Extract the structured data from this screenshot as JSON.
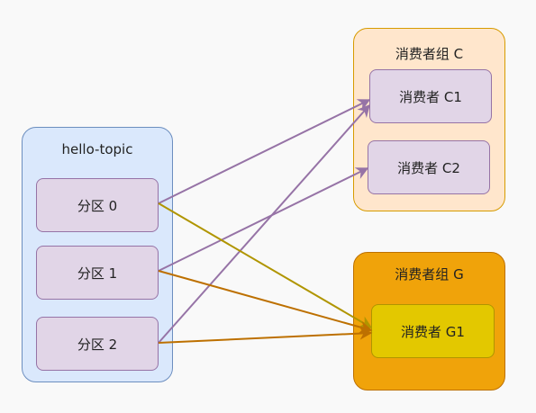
{
  "topic": {
    "label": "hello-topic"
  },
  "partitions": [
    {
      "label": "分区 0"
    },
    {
      "label": "分区 1"
    },
    {
      "label": "分区 2"
    }
  ],
  "consumer_groups": [
    {
      "label": "消费者组 C",
      "consumers": [
        "消费者 C1",
        "消费者 C2"
      ]
    },
    {
      "label": "消费者组 G",
      "consumers": [
        "消费者 G1"
      ]
    }
  ],
  "edges": [
    {
      "from": "分区 0",
      "to": "消费者 C1",
      "color": "#9673a6"
    },
    {
      "from": "分区 1",
      "to": "消费者 C2",
      "color": "#9673a6"
    },
    {
      "from": "分区 2",
      "to": "消费者 C1",
      "color": "#9673a6"
    },
    {
      "from": "分区 0",
      "to": "消费者 G1",
      "color": "#b09500"
    },
    {
      "from": "分区 1",
      "to": "消费者 G1",
      "color": "#bd7000"
    },
    {
      "from": "分区 2",
      "to": "消费者 G1",
      "color": "#bd7000"
    }
  ],
  "colors": {
    "topic_fill": "#dae8fc",
    "partition_fill": "#e1d5e7",
    "group_c_fill": "#ffe6cc",
    "group_g_fill": "#f0a30a",
    "g1_fill": "#e3c800"
  }
}
